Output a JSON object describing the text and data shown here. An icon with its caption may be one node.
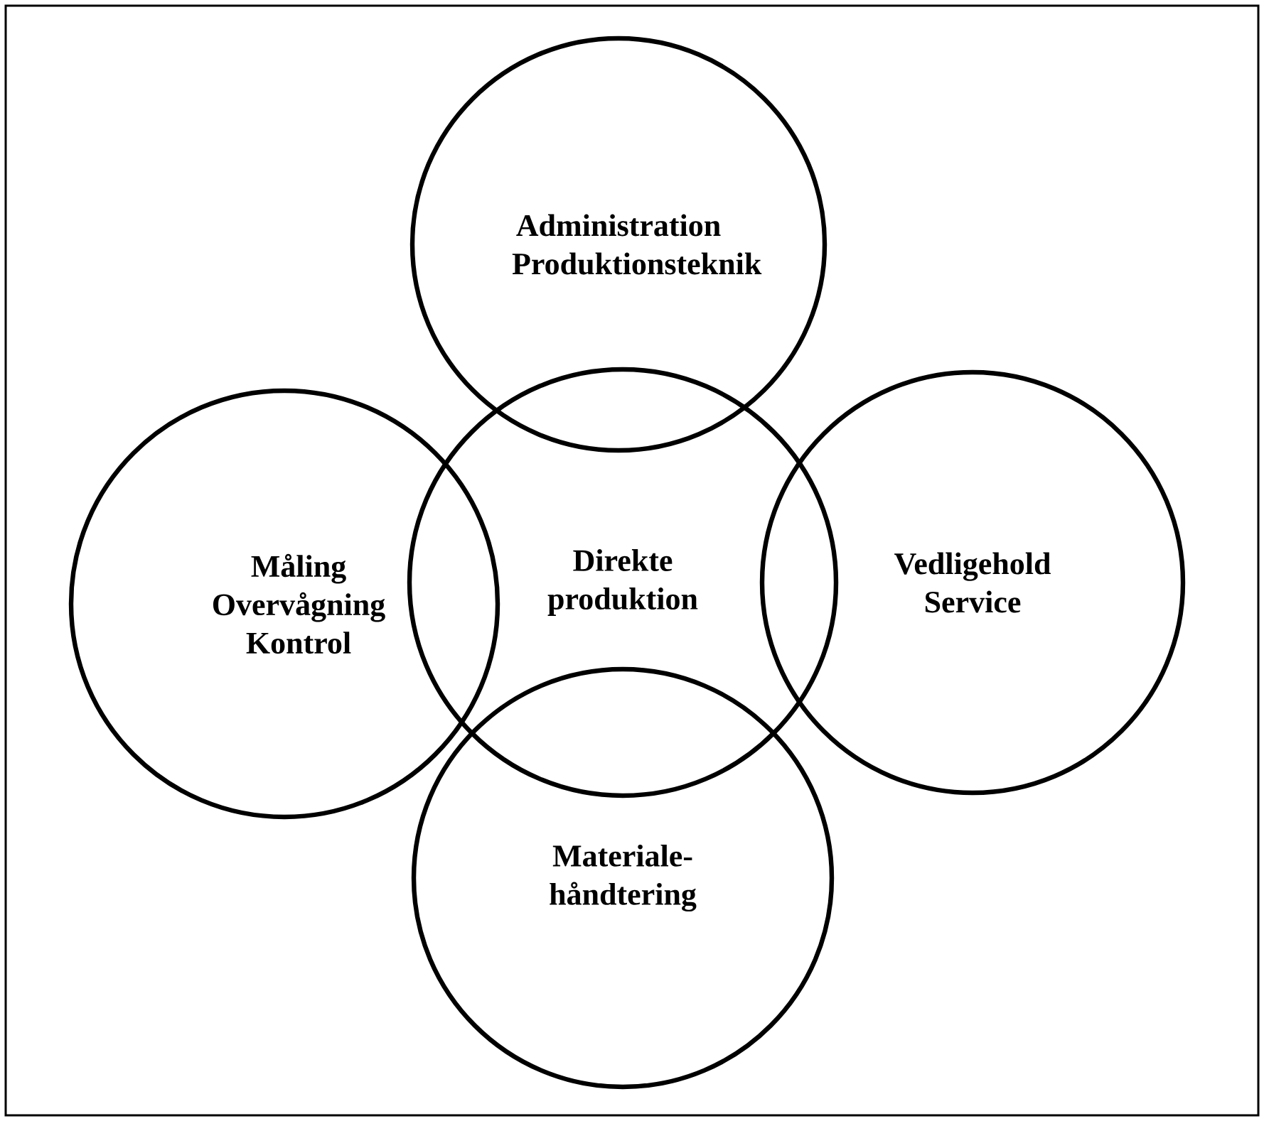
{
  "diagram": {
    "nodes": [
      {
        "text": [
          "Administration",
          "Produktionsteknik"
        ]
      },
      {
        "text": [
          "Måling",
          "Overvågning",
          "Kontrol"
        ]
      },
      {
        "text": [
          "Direkte produktion"
        ]
      },
      {
        "text": [
          "Vedligehold",
          "Service"
        ]
      },
      {
        "text": [
          "Materiale-håndtering"
        ]
      }
    ]
  }
}
